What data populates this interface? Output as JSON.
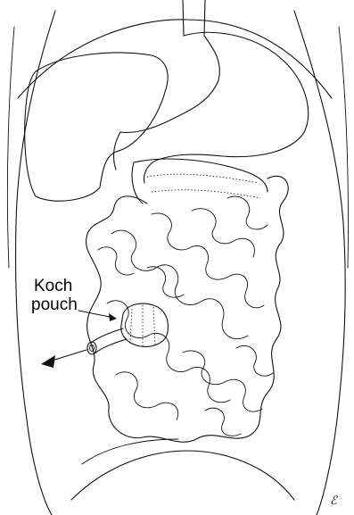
{
  "labels": {
    "pouch_line1": "Koch",
    "pouch_line2": "pouch"
  },
  "signature": "ℰ",
  "colors": {
    "ink": "#111111",
    "background": "#ffffff"
  }
}
